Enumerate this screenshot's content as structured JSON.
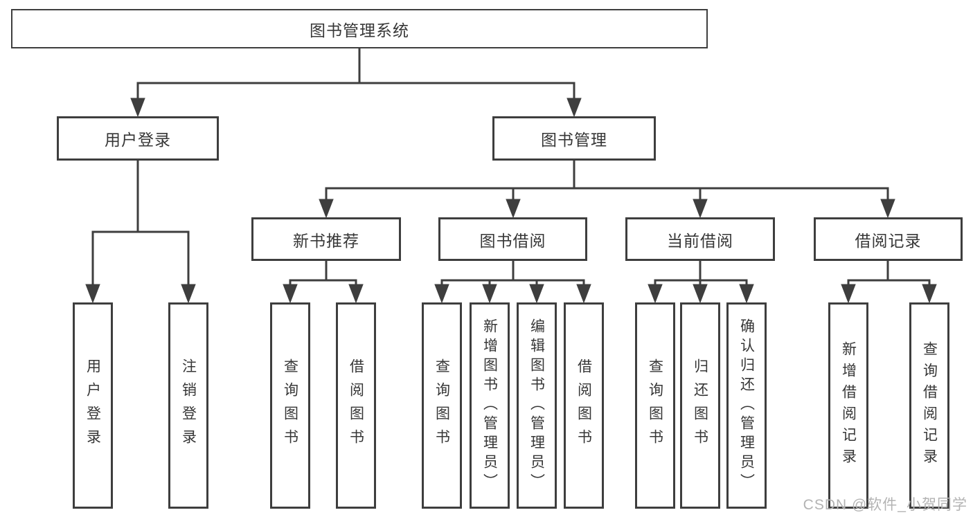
{
  "nodes": {
    "root": "图书管理系统",
    "l2_user_login": "用户登录",
    "l2_book_mgmt": "图书管理",
    "l3_new_books": "新书推荐",
    "l3_book_borrow": "图书借阅",
    "l3_current_borrow": "当前借阅",
    "l3_borrow_records": "借阅记录",
    "leaf_user_login": "用户登录",
    "leaf_logout": "注销登录",
    "leaf_nb_query": "查询图书",
    "leaf_nb_borrow": "借阅图书",
    "leaf_bb_query": "查询图书",
    "leaf_bb_add": "新增图书（管理员）",
    "leaf_bb_edit": "编辑图书（管理员）",
    "leaf_bb_borrow": "借阅图书",
    "leaf_cb_query": "查询图书",
    "leaf_cb_return": "归还图书",
    "leaf_cb_confirm": "确认归还（管理员）",
    "leaf_br_add": "新增借阅记录",
    "leaf_br_query": "查询借阅记录"
  },
  "watermark": "CSDN @软件_小贺同学",
  "colors": {
    "line": "#3e3e3e",
    "text": "#363636",
    "watermark": "#b3b3b3",
    "background": "#ffffff"
  }
}
